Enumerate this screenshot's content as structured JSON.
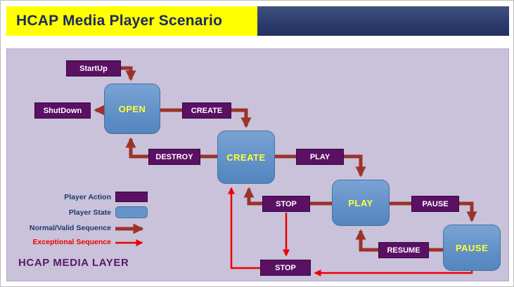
{
  "title": "HCAP Media Player Scenario",
  "footer": "HCAP MEDIA LAYER",
  "states": {
    "open": "OPEN",
    "create": "CREATE",
    "play": "PLAY",
    "pause": "PAUSE"
  },
  "actions": {
    "startup": "StartUp",
    "shutdown": "ShutDown",
    "create": "CREATE",
    "destroy": "DESTROY",
    "play": "PLAY",
    "stop": "STOP",
    "pause": "PAUSE",
    "resume": "RESUME",
    "stop_bottom": "STOP"
  },
  "legend": {
    "player_action": "Player Action",
    "player_state": "Player State",
    "normal_sequence": "Normal/Valid Sequence",
    "exceptional_sequence": "Exceptional Sequence"
  },
  "colors": {
    "title_bg": "#ffff00",
    "title_text": "#1c2a63",
    "header_bar": "#2c3c6d",
    "diagram_bg": "#c9c2da",
    "action_box": "#5a1164",
    "state_box": "#6595c8",
    "state_text": "#ffff33",
    "normal_arrow": "#9c3328",
    "exceptional_arrow": "#ee0000"
  }
}
